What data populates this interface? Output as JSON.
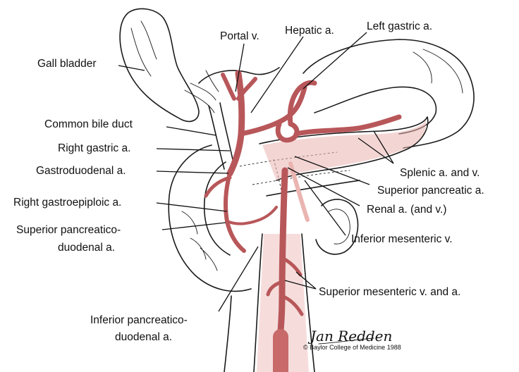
{
  "colors": {
    "artery": "#b8575a",
    "artery_light": "#eab4b1",
    "outline": "#1a1a1a"
  },
  "labels": {
    "gall_bladder": "Gall bladder",
    "portal_v": "Portal v.",
    "hepatic_a": "Hepatic a.",
    "left_gastric_a": "Left gastric a.",
    "common_bile_duct": "Common  bile duct",
    "right_gastric_a": "Right gastric a.",
    "gastroduodenal_a": "Gastroduodenal a.",
    "right_gastroepiploic_a": "Right gastroepiploic a.",
    "superior_pancreatico_1": "Superior  pancreatico-",
    "superior_pancreatico_2": "duodenal a.",
    "splenic_a_v": "Splenic a. and v.",
    "superior_pancreatic_a": "Superior pancreatic a.",
    "renal_a_v": "Renal a. (and v.)",
    "inferior_mesenteric_v": "Inferior mesenteric v.",
    "superior_mesenteric_v_a": "Superior   mesenteric v. and a.",
    "inferior_pancreatico_1": "Inferior  pancreatico-",
    "inferior_pancreatico_2": "duodenal a."
  },
  "signature": "Jan Redden",
  "copyright": "© Baylor College of Medicine  1988"
}
